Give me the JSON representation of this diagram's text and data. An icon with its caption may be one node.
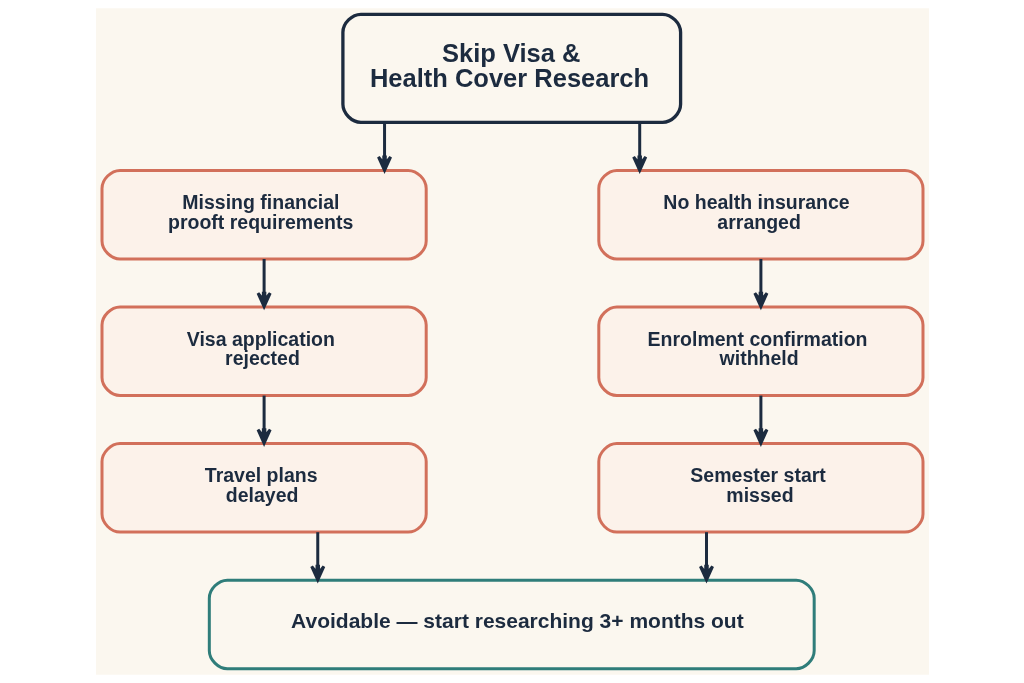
{
  "diagram": {
    "nodes": [
      {
        "text": [
          "Skip Visa & Health Cover Research"
        ]
      },
      {
        "text": [
          "Missing financial prooft requirements"
        ]
      },
      {
        "text": [
          "Visa application rejected"
        ]
      },
      {
        "text": [
          "Travel plans delayed"
        ]
      },
      {
        "text": [
          "No health insurance arranged"
        ]
      },
      {
        "text": [
          "Enrolment confirmation withheld"
        ]
      },
      {
        "text": [
          "Semester start missed"
        ]
      },
      {
        "text": [
          "Avoidable — start researching 3+ months out"
        ]
      }
    ],
    "edges": [
      {
        "from": 0,
        "to": 1,
        "arrow": "to"
      },
      {
        "from": 0,
        "to": 4,
        "arrow": "to"
      },
      {
        "from": 1,
        "to": 2,
        "arrow": "to"
      },
      {
        "from": 2,
        "to": 3,
        "arrow": "to"
      },
      {
        "from": 4,
        "to": 5,
        "arrow": "to"
      },
      {
        "from": 5,
        "to": 6,
        "arrow": "to"
      },
      {
        "from": 3,
        "to": 7,
        "arrow": "to"
      },
      {
        "from": 6,
        "to": 7,
        "arrow": "to"
      }
    ]
  }
}
